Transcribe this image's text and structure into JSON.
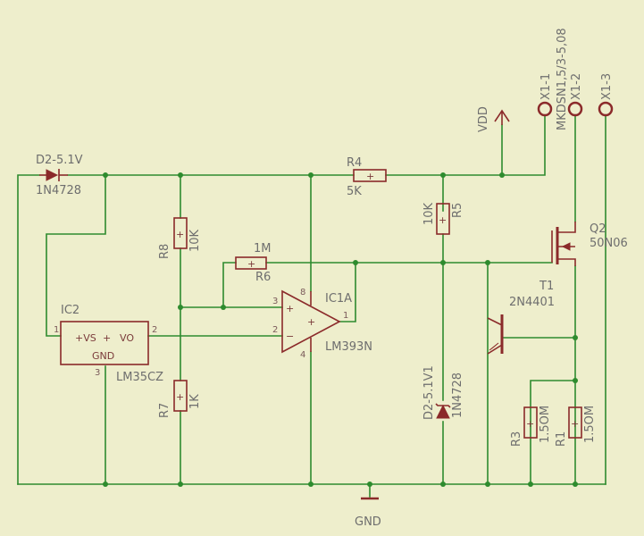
{
  "components": {
    "d2_top": {
      "name": "D2-5.1V",
      "value": "1N4728"
    },
    "ic2": {
      "name": "IC2",
      "value": "LM35CZ",
      "pin1": "1",
      "pin2": "2",
      "pin3": "3",
      "vs": "+VS",
      "vo": "VO",
      "gnd": "GND"
    },
    "r8": {
      "name": "R8",
      "value": "10K"
    },
    "r7": {
      "name": "R7",
      "value": "1K"
    },
    "r6": {
      "name": "R6",
      "value": "1M"
    },
    "r4": {
      "name": "R4",
      "value": "5K"
    },
    "r5": {
      "name": "R5",
      "value": "10K"
    },
    "ic1a": {
      "name": "IC1A",
      "value": "LM393N",
      "pin2": "2",
      "pin3": "3",
      "pin4": "4",
      "pin8": "8",
      "pin1": "1"
    },
    "d2_zener": {
      "name": "D2-5.1V1",
      "value": "1N4728"
    },
    "t1": {
      "name": "T1",
      "value": "2N4401"
    },
    "q2": {
      "name": "Q2",
      "value": "50N06"
    },
    "r3": {
      "name": "R3",
      "value": "1.5OM"
    },
    "r1": {
      "name": "R1",
      "value": "1.5OM"
    },
    "x1_1": {
      "name": "X1-1"
    },
    "x1_2": {
      "name": "X1-2"
    },
    "x1_3": {
      "name": "X1-3"
    },
    "connector": {
      "value": "MKDSN1,5/3-5,08"
    }
  },
  "supplies": {
    "vdd": "VDD",
    "gnd": "GND"
  },
  "colors": {
    "background": "#eeeecc",
    "wire": "#2e8b2e",
    "component": "#8b2a2a",
    "text": "#6e6e6e"
  }
}
